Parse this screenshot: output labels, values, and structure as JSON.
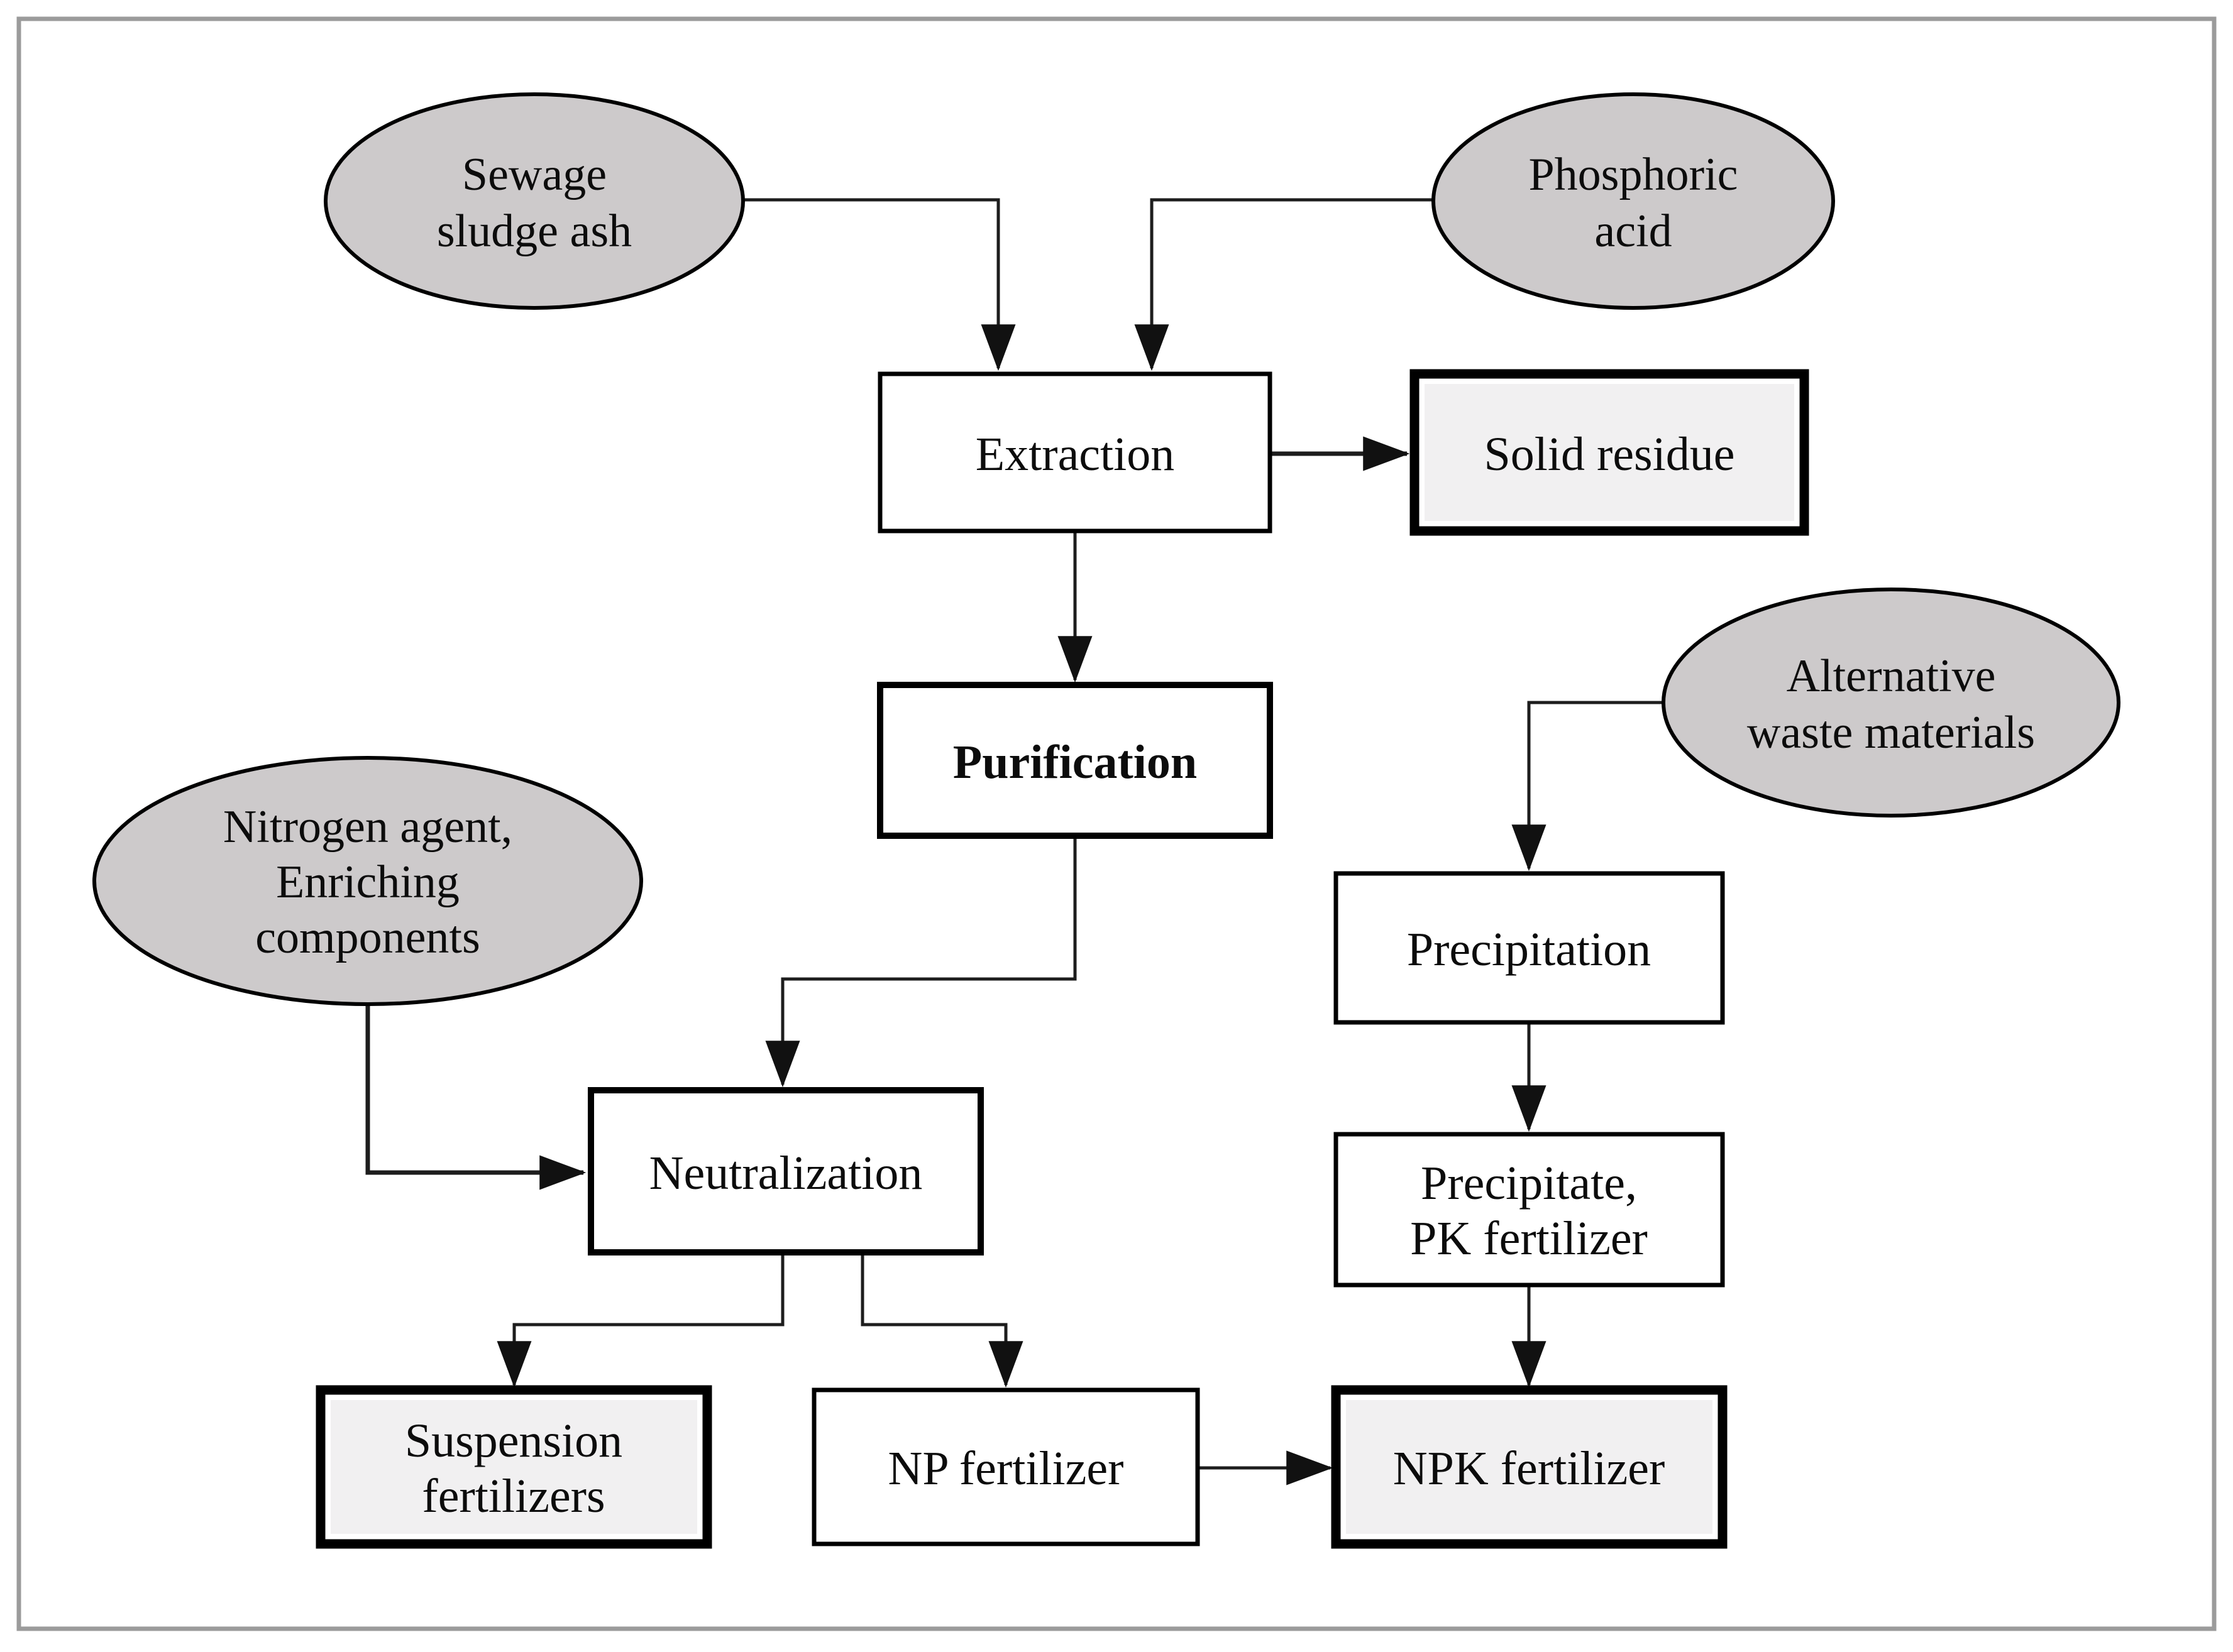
{
  "diagram": {
    "type": "flowchart",
    "colors": {
      "background": "#ffffff",
      "frame_border": "#9b9b9b",
      "input_ellipse_fill": "#cdcacb",
      "shape_stroke": "#000000",
      "process_box_fill": "#ffffff",
      "product_box_fill": "#f1f0f1",
      "edge_color": "#1d1d1d"
    },
    "nodes": {
      "sewage_sludge_ash": {
        "kind": "input",
        "shape": "ellipse",
        "lines": [
          "Sewage",
          "sludge ash"
        ]
      },
      "phosphoric_acid": {
        "kind": "input",
        "shape": "ellipse",
        "lines": [
          "Phosphoric",
          "acid"
        ]
      },
      "extraction": {
        "kind": "process",
        "shape": "rect",
        "label": "Extraction"
      },
      "solid_residue": {
        "kind": "product",
        "shape": "rect-thick",
        "label": "Solid residue"
      },
      "purification": {
        "kind": "process",
        "shape": "rect",
        "label": "Purification",
        "emphasis": "bold"
      },
      "nitrogen_agent": {
        "kind": "input",
        "shape": "ellipse",
        "lines": [
          "Nitrogen agent,",
          "Enriching",
          "components"
        ]
      },
      "neutralization": {
        "kind": "process",
        "shape": "rect",
        "label": "Neutralization"
      },
      "alternative_waste_materials": {
        "kind": "input",
        "shape": "ellipse",
        "lines": [
          "Alternative",
          "waste materials"
        ]
      },
      "precipitation": {
        "kind": "process",
        "shape": "rect",
        "label": "Precipitation"
      },
      "precipitate_pk_fertilizer": {
        "kind": "process",
        "shape": "rect",
        "lines": [
          "Precipitate,",
          "PK fertilizer"
        ]
      },
      "suspension_fertilizers": {
        "kind": "product",
        "shape": "rect-thick",
        "lines": [
          "Suspension",
          "fertilizers"
        ]
      },
      "np_fertilizer": {
        "kind": "process",
        "shape": "rect",
        "label": "NP fertilizer"
      },
      "npk_fertilizer": {
        "kind": "product",
        "shape": "rect-thick",
        "label": "NPK fertilizer"
      }
    },
    "edges": [
      {
        "from": "sewage_sludge_ash",
        "to": "extraction"
      },
      {
        "from": "phosphoric_acid",
        "to": "extraction"
      },
      {
        "from": "extraction",
        "to": "solid_residue"
      },
      {
        "from": "extraction",
        "to": "purification"
      },
      {
        "from": "purification",
        "to": "neutralization"
      },
      {
        "from": "nitrogen_agent",
        "to": "neutralization"
      },
      {
        "from": "neutralization",
        "to": "suspension_fertilizers"
      },
      {
        "from": "neutralization",
        "to": "np_fertilizer"
      },
      {
        "from": "np_fertilizer",
        "to": "npk_fertilizer"
      },
      {
        "from": "alternative_waste_materials",
        "to": "precipitation"
      },
      {
        "from": "precipitation",
        "to": "precipitate_pk_fertilizer"
      },
      {
        "from": "precipitate_pk_fertilizer",
        "to": "npk_fertilizer"
      }
    ]
  }
}
